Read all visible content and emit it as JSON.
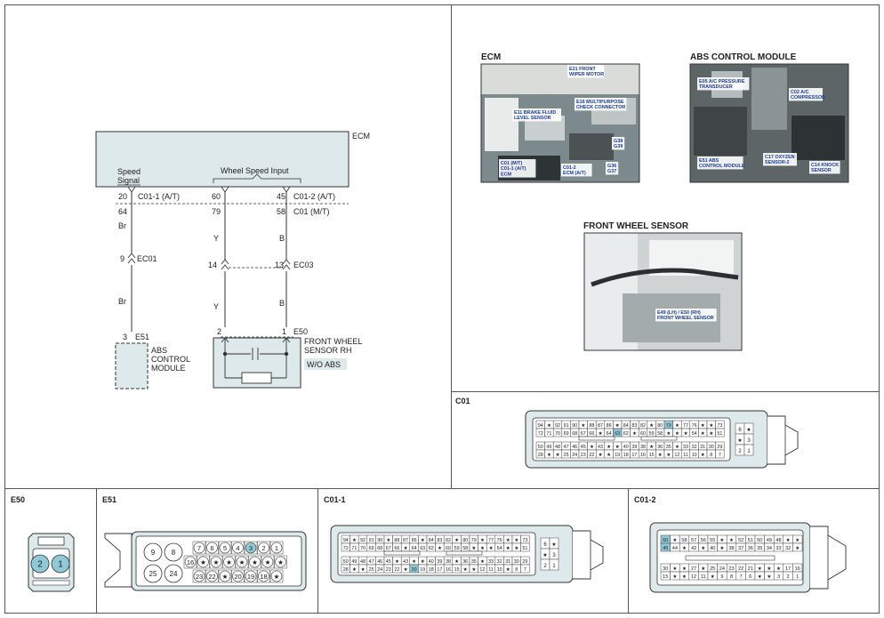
{
  "schematic": {
    "ecm_label": "ECM",
    "speed_signal_label": "Speed\nSignal",
    "wheel_speed_input_label": "Wheel Speed Input",
    "pin_20": "20",
    "pin_20_desc": "C01-1 (A/T)",
    "pin_64": "64",
    "pin_60": "60",
    "pin_79": "79",
    "pin_45": "45",
    "pin_45_desc": "C01-2 (A/T)",
    "pin_58": "58",
    "pin_58_desc": "C01 (M/T)",
    "wire_br_1": "Br",
    "wire_br_2": "Br",
    "wire_y_1": "Y",
    "wire_y_2": "Y",
    "wire_b_1": "B",
    "wire_b_2": "B",
    "pin_9": "9",
    "ec01": "EC01",
    "pin_14": "14",
    "pin_13": "13",
    "ec03": "EC03",
    "pin_3": "3",
    "e51": "E51",
    "pin_2": "2",
    "pin_1": "1",
    "e50": "E50",
    "abs_module_label": "ABS\nCONTROL\nMODULE",
    "front_wheel_sensor_label": "FRONT WHEEL\nSENSOR RH",
    "wo_abs": "W/O ABS"
  },
  "photos": {
    "ecm": {
      "title": "ECM",
      "labels": [
        "E21 FRONT\nWIPER MOTOR",
        "E16 MULTIPURPOSE\nCHECK CONNECTOR",
        "E11 BRAKE FLUID\nLEVEL SENSOR",
        "G38\nG39",
        "C01 (M/T)\nC01-1 (A/T)\nECM",
        "C01-2\nECM (A/T)",
        "G36\nG37"
      ]
    },
    "abs": {
      "title": "ABS CONTROL MODULE",
      "labels": [
        "E05 A/C PRESSURE\nTRANSDUCER",
        "C02 A/C\nCOMPRESSOR",
        "E51 ABS\nCONTROL MODULE",
        "C17 OXYZEN\nSENSOR-2",
        "C14 KNOCK\nSENSOR"
      ]
    },
    "wheel": {
      "title": "FRONT WHEEL SENSOR",
      "labels": [
        "E49 (LH) / E50 (RH)\nFRONT WHEEL SENSOR"
      ]
    }
  },
  "connectors": {
    "c01": {
      "title": "C01",
      "row1": [
        "94",
        "★",
        "92",
        "91",
        "90",
        "★",
        "88",
        "87",
        "86",
        "★",
        "84",
        "83",
        "82",
        "★",
        "80",
        "79",
        "★",
        "77",
        "76",
        "★",
        "★",
        "73"
      ],
      "row2": [
        "72",
        "71",
        "70",
        "69",
        "68",
        "67",
        "66",
        "★",
        "64",
        "63",
        "62",
        "★",
        "60",
        "59",
        "58",
        "★",
        "★",
        "★",
        "54",
        "★",
        "★",
        "51"
      ],
      "row3": [
        "50",
        "49",
        "48",
        "47",
        "46",
        "45",
        "★",
        "43",
        "★",
        "★",
        "40",
        "39",
        "38",
        "★",
        "36",
        "35",
        "★",
        "33",
        "32",
        "31",
        "30",
        "29"
      ],
      "row4": [
        "28",
        "★",
        "★",
        "25",
        "24",
        "23",
        "22",
        "★",
        "★",
        "19",
        "18",
        "17",
        "16",
        "15",
        "★",
        "★",
        "12",
        "11",
        "10",
        "★",
        "8",
        "7"
      ],
      "side": [
        "6",
        "★",
        "★",
        "3",
        "2",
        "1"
      ]
    },
    "c01_1": {
      "title": "C01-1",
      "row1": [
        "94",
        "★",
        "92",
        "91",
        "90",
        "★",
        "88",
        "87",
        "86",
        "★",
        "84",
        "83",
        "82",
        "★",
        "80",
        "79",
        "★",
        "77",
        "76",
        "★",
        "★",
        "73"
      ],
      "row2": [
        "72",
        "71",
        "70",
        "69",
        "68",
        "67",
        "66",
        "★",
        "64",
        "63",
        "62",
        "★",
        "60",
        "59",
        "58",
        "★",
        "★",
        "★",
        "54",
        "★",
        "★",
        "51"
      ],
      "row3": [
        "50",
        "49",
        "48",
        "47",
        "46",
        "45",
        "★",
        "43",
        "★",
        "★",
        "40",
        "39",
        "38",
        "★",
        "36",
        "35",
        "★",
        "33",
        "32",
        "31",
        "30",
        "29"
      ],
      "row4": [
        "28",
        "★",
        "★",
        "25",
        "24",
        "23",
        "22",
        "★",
        "20",
        "19",
        "18",
        "17",
        "16",
        "15",
        "★",
        "★",
        "12",
        "11",
        "10",
        "★",
        "8",
        "7"
      ],
      "side": [
        "6",
        "★",
        "★",
        "3",
        "2",
        "1"
      ]
    },
    "c01_2": {
      "title": "C01-2",
      "row1": [
        "60",
        "★",
        "58",
        "57",
        "56",
        "55",
        "★",
        "★",
        "52",
        "51",
        "50",
        "49",
        "48",
        "★",
        "★"
      ],
      "row2": [
        "45",
        "44",
        "★",
        "42",
        "★",
        "40",
        "★",
        "38",
        "37",
        "36",
        "35",
        "34",
        "33",
        "32",
        "★"
      ],
      "row3": [
        "30",
        "★",
        "★",
        "27",
        "★",
        "25",
        "24",
        "23",
        "22",
        "21",
        "★",
        "★",
        "★",
        "17",
        "16"
      ],
      "row4": [
        "15",
        "★",
        "★",
        "12",
        "11",
        "★",
        "9",
        "8",
        "7",
        "6",
        "★",
        "★",
        "3",
        "2",
        "1"
      ]
    },
    "e50": {
      "title": "E50",
      "pins": [
        "2",
        "1"
      ]
    },
    "e51": {
      "title": "E51",
      "big": [
        "9",
        "8",
        "25",
        "24"
      ],
      "row1": [
        "7",
        "6",
        "5",
        "4",
        "3",
        "2",
        "1"
      ],
      "row2": [
        "16",
        "★",
        "★",
        "★",
        "★",
        "★",
        "★",
        "★"
      ],
      "row3": [
        "23",
        "22",
        "★",
        "20",
        "19",
        "18",
        "★"
      ]
    }
  }
}
